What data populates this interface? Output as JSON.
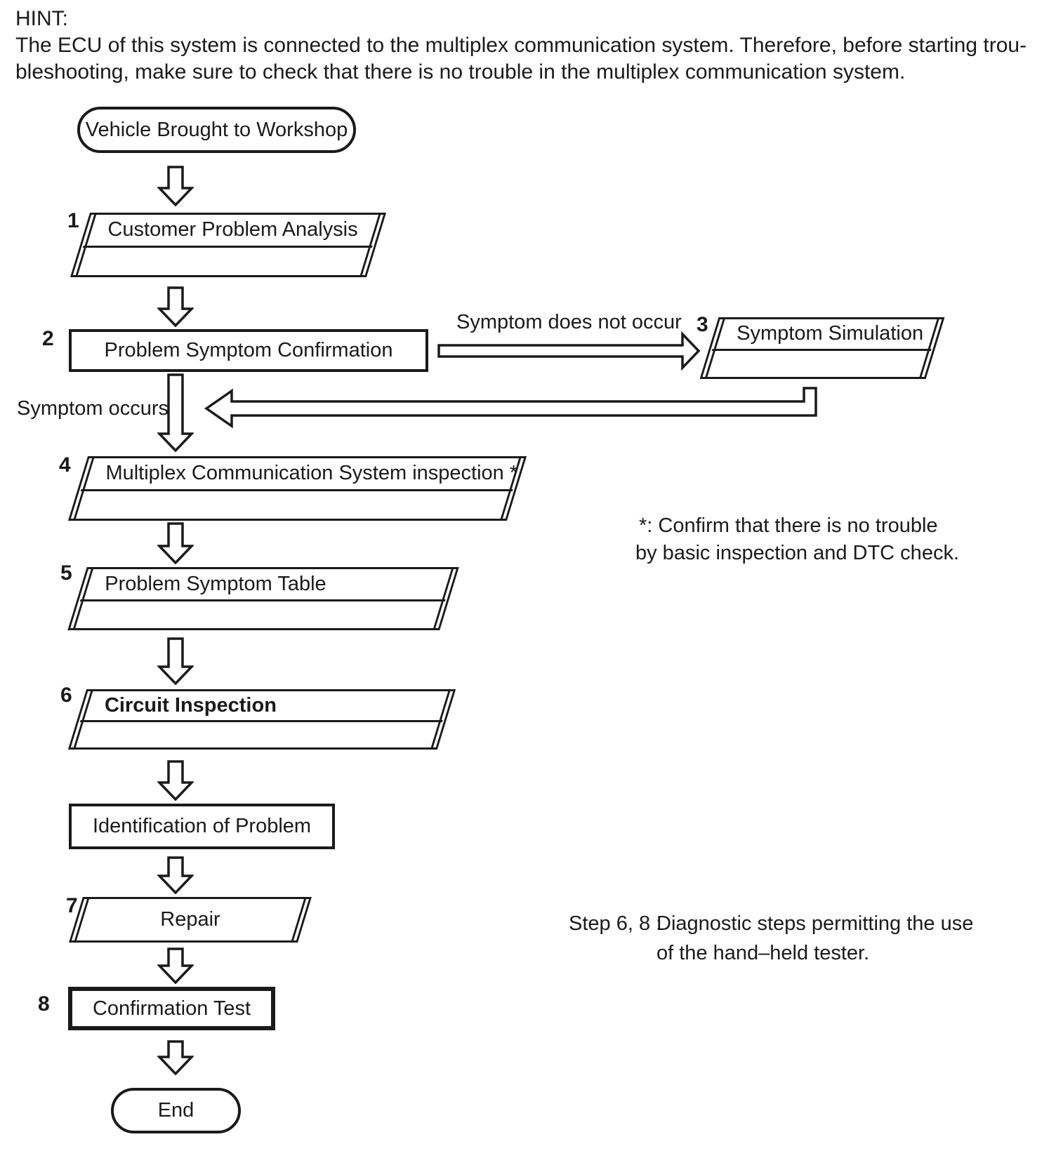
{
  "page": {
    "background": "#ffffff",
    "ink": "#1a1a1a"
  },
  "hint": {
    "label": "HINT:",
    "line1": "The ECU of this system is connected to the multiplex communication system. Therefore, before starting trou-",
    "line2": "bleshooting, make sure to check that there is no trouble in the multiplex communication system."
  },
  "flow": {
    "start": "Vehicle Brought to Workshop",
    "end": "End",
    "steps": {
      "s1": {
        "num": "1",
        "label": "Customer Problem Analysis"
      },
      "s2": {
        "num": "2",
        "label": "Problem Symptom Confirmation"
      },
      "s3": {
        "num": "3",
        "label": "Symptom Simulation"
      },
      "s4": {
        "num": "4",
        "label": "Multiplex Communication System inspection *"
      },
      "s5": {
        "num": "5",
        "label": "Problem Symptom Table"
      },
      "s6": {
        "num": "6",
        "label": "Circuit Inspection"
      },
      "identification": {
        "label": "Identification of Problem"
      },
      "s7": {
        "num": "7",
        "label": "Repair"
      },
      "s8": {
        "num": "8",
        "label": "Confirmation Test"
      }
    },
    "branch_labels": {
      "symptom_does_not_occur": "Symptom does not occur",
      "symptom_occurs": "Symptom occurs"
    }
  },
  "notes": {
    "asterisk": {
      "line1": "*: Confirm that there is no trouble",
      "line2": "by basic inspection and DTC check."
    },
    "step68": {
      "label": "Step 6, 8 :",
      "line1": "Diagnostic steps permitting the use",
      "line2": "of the hand–held tester."
    }
  }
}
